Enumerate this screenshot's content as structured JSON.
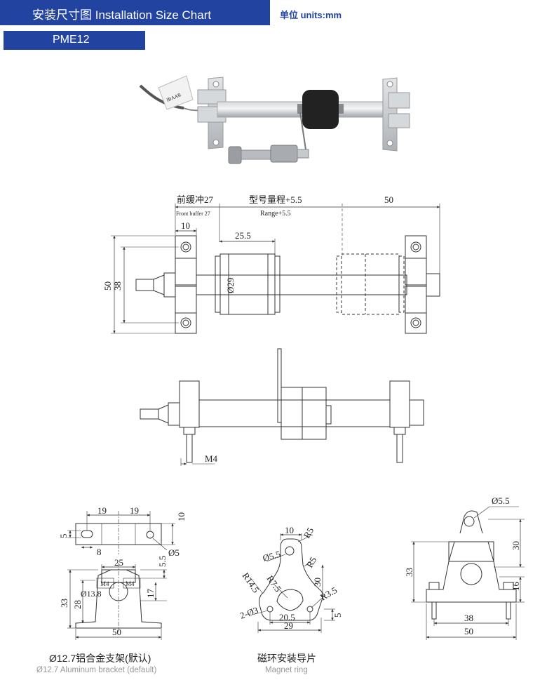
{
  "header": {
    "title": "安装尺寸图 Installation Size Chart",
    "units": "单位 units:mm",
    "model": "PME12",
    "accent_color": "#2244a0"
  },
  "top_view": {
    "front_buffer_cn": "前缓冲27",
    "front_buffer_en": "Front buffer 27",
    "range_cn": "型号量程+5.5",
    "range_en": "Range+5.5",
    "right_dim": "50",
    "bracket_width": "10",
    "slider_width": "25.5",
    "slider_dia": "Ø29",
    "overall_height": "50",
    "hole_spacing": "38"
  },
  "side_view": {
    "thread": "M4"
  },
  "bracket": {
    "dim_19a": "19",
    "dim_19b": "19",
    "dim_10": "10",
    "dim_5": "5",
    "dim_8": "8",
    "dim_hole": "Ø5",
    "dim_25": "25",
    "dim_5_5": "5.5",
    "dim_bore": "Ø13.8",
    "thread_a": "M4",
    "thread_b": "M4",
    "dim_17": "17",
    "dim_28": "28",
    "dim_33": "33",
    "dim_50": "50",
    "caption_cn": "Ø12.7铝合金支架(默认)",
    "caption_en": "Ø12.7 Aluminum bracket (default)"
  },
  "magnet_plate": {
    "dim_10": "10",
    "dim_r5a": "R5",
    "dim_hole": "Ø5.5",
    "dim_r5b": "R5",
    "dim_r14_5": "R14.5",
    "dim_r7_5": "R7.5",
    "dim_30": "30",
    "dim_r3_5": "R3.5",
    "dim_2_03": "2-Ø3",
    "dim_20_5": "20.5",
    "dim_5": "5",
    "dim_29": "29",
    "caption_cn": "磁环安装导片",
    "caption_en": "Magnet ring"
  },
  "assembly": {
    "dim_hole": "Ø5.5",
    "dim_30": "30",
    "dim_33": "33",
    "dim_16": "16",
    "dim_38": "38",
    "dim_50": "50"
  }
}
